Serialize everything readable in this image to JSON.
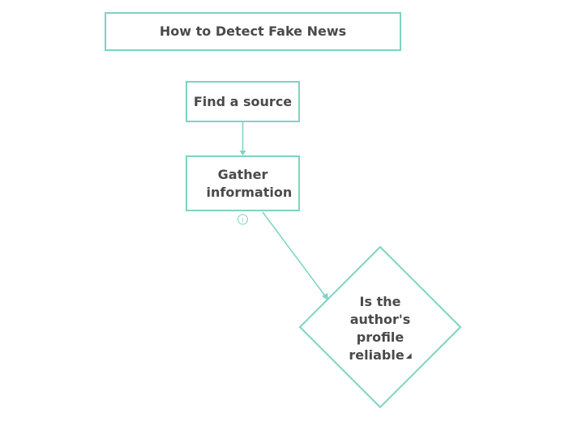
{
  "diagram": {
    "title": "How to Detect Fake News",
    "nodes": [
      {
        "id": "find_source",
        "label": "Find a source"
      },
      {
        "id": "gather_info",
        "label": "Gather information"
      },
      {
        "id": "author_reliable",
        "label": "Is the author's profile reliable"
      }
    ],
    "edges": [
      {
        "from": "find_source",
        "to": "gather_info"
      },
      {
        "from": "gather_info",
        "to": "author_reliable"
      }
    ],
    "icons": {
      "info_marker": "info-icon",
      "collapse_marker": "triangle-icon"
    },
    "colors": {
      "border": "#7dd3c4",
      "text": "#4a4a4a"
    }
  }
}
